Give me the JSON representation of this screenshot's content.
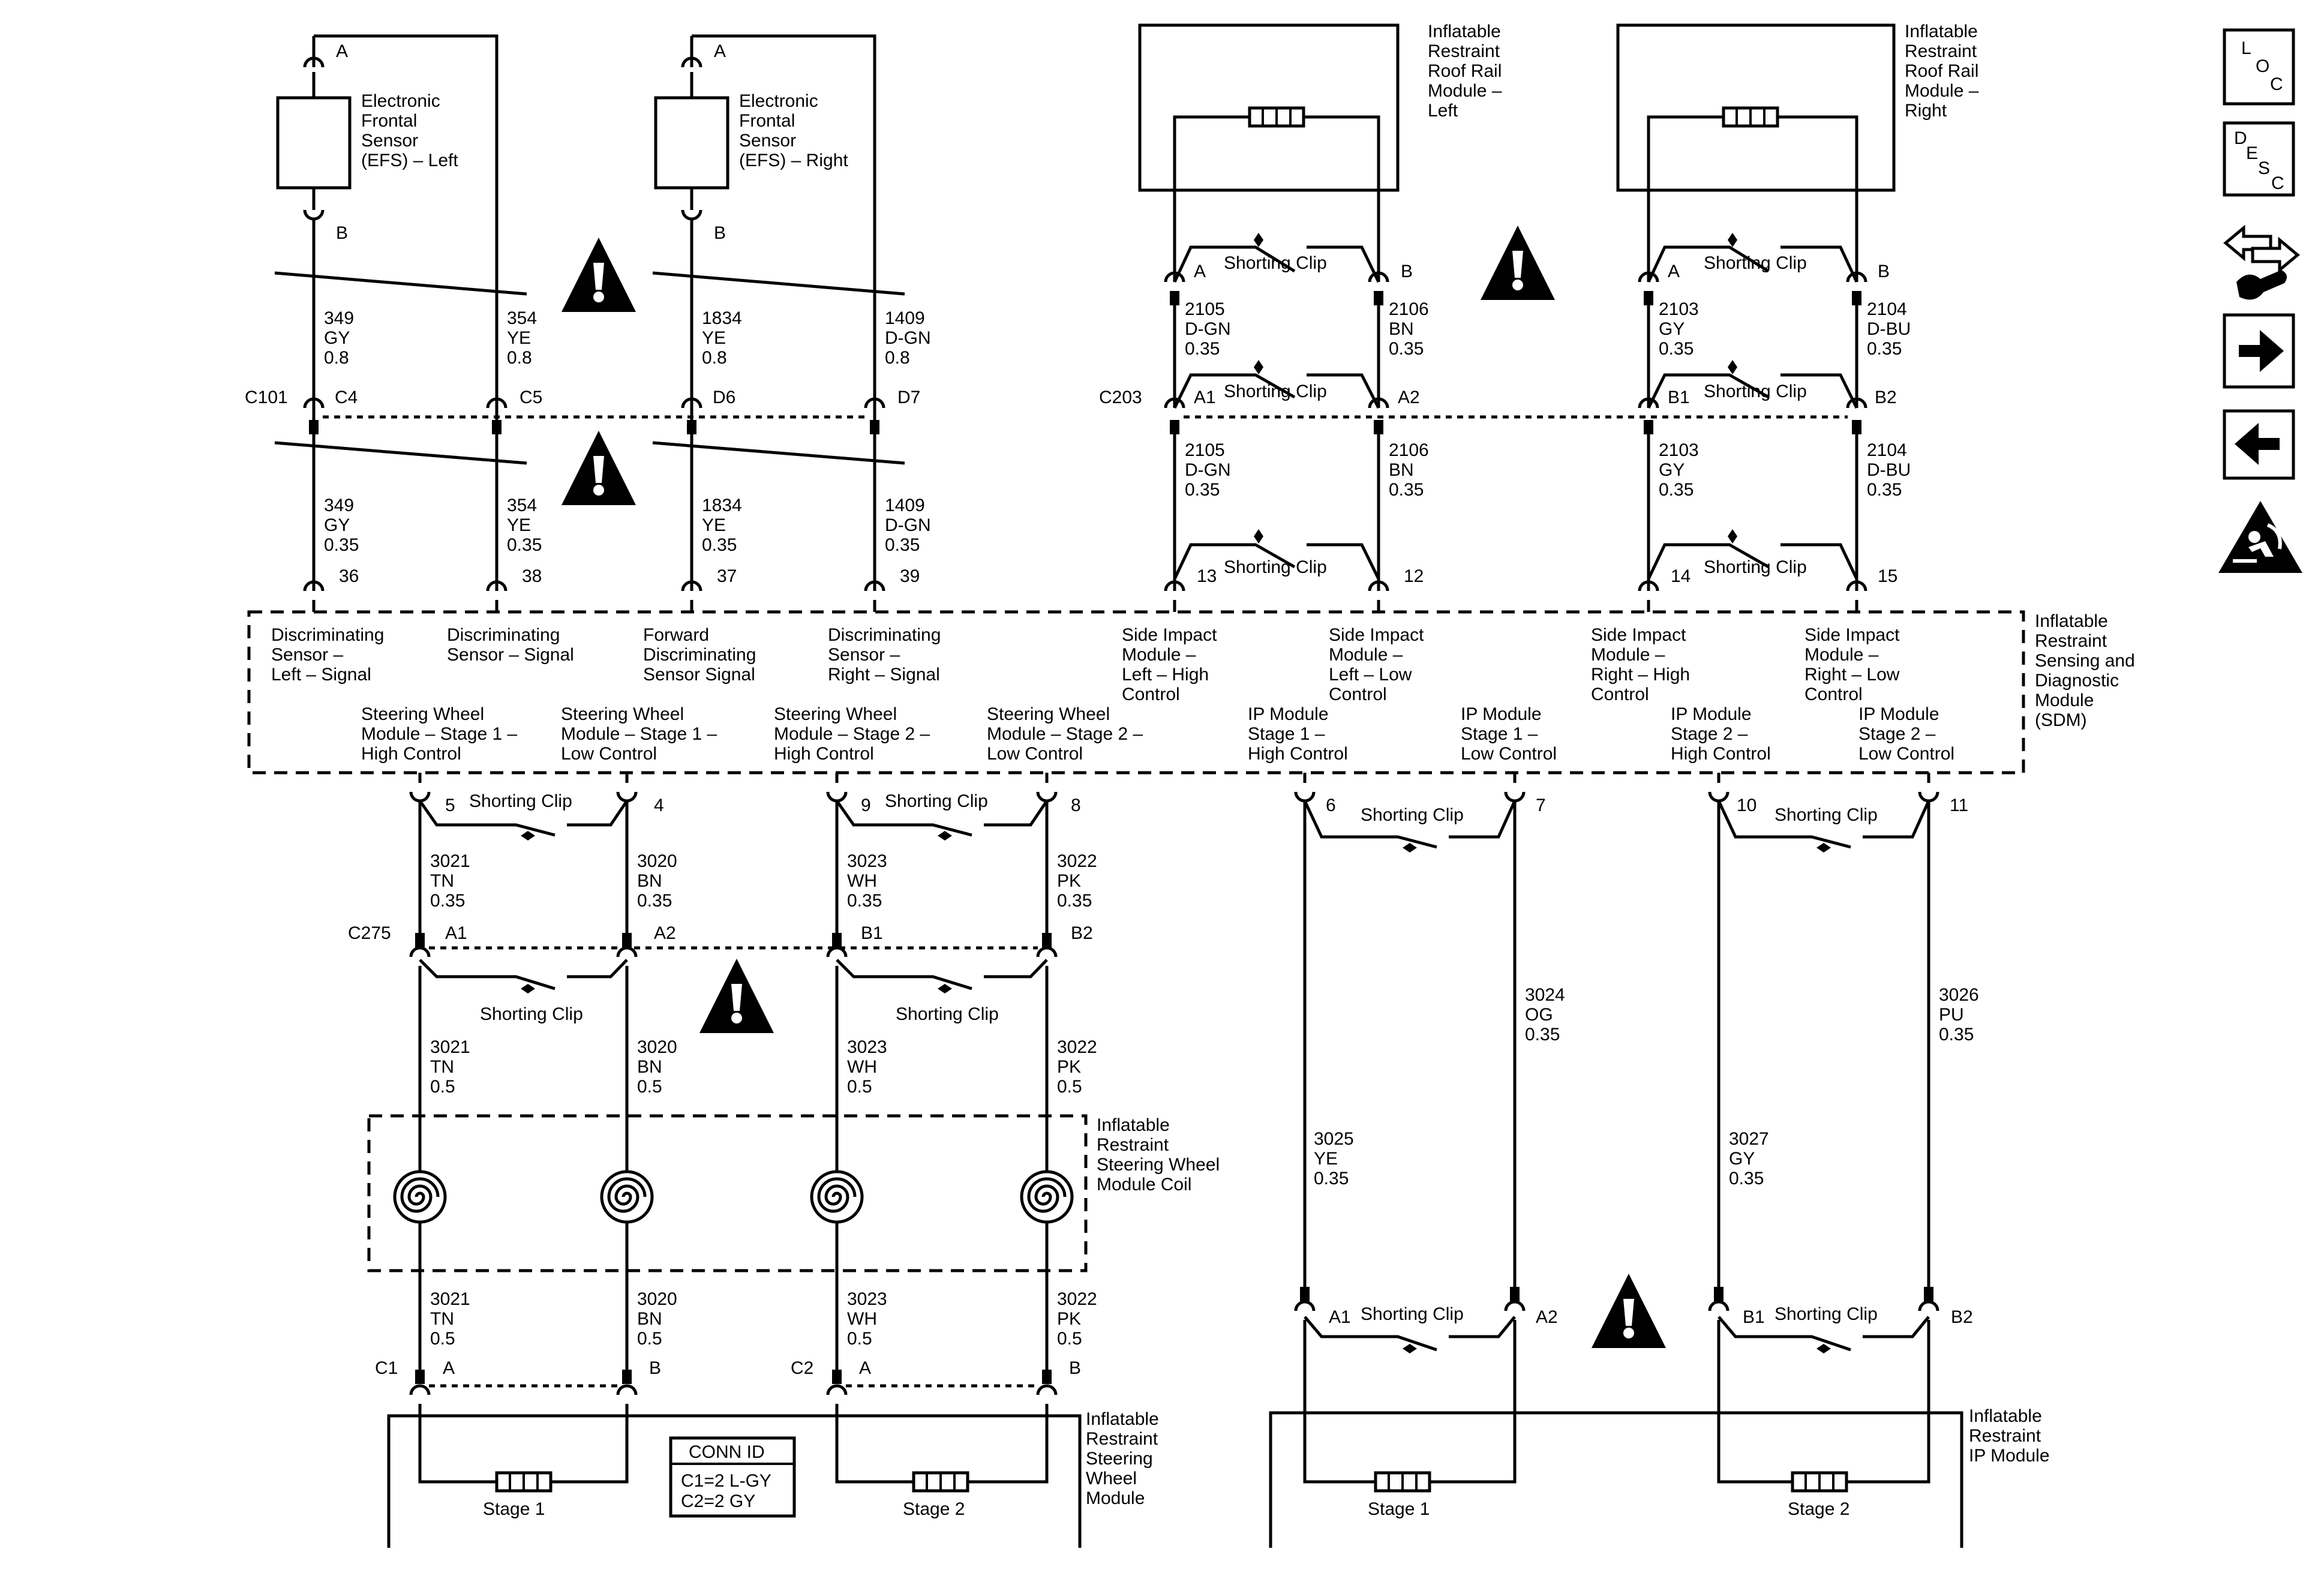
{
  "efs": {
    "left_name": [
      "Electronic",
      "Frontal",
      "Sensor",
      "(EFS) – Left"
    ],
    "right_name": [
      "Electronic",
      "Frontal",
      "Sensor",
      "(EFS) – Right"
    ],
    "pin_a": "A",
    "pin_b": "B"
  },
  "roof_rail": {
    "left_name": [
      "Inflatable",
      "Restraint",
      "Roof Rail",
      "Module –",
      "Left"
    ],
    "right_name": [
      "Inflatable",
      "Restraint",
      "Roof Rail",
      "Module –",
      "Right"
    ],
    "pin_a": "A",
    "pin_b": "B"
  },
  "shorting_clip": "Shorting Clip",
  "connectors": {
    "c101": "C101",
    "c101_pins": [
      "C4",
      "C5",
      "D6",
      "D7"
    ],
    "c203": "C203",
    "c203_pins": [
      "A1",
      "A2",
      "B1",
      "B2"
    ],
    "c275": "C275",
    "c275_pins": [
      "A1",
      "A2",
      "B1",
      "B2"
    ],
    "c1": "C1",
    "c2": "C2",
    "c12_pins": [
      "A",
      "B",
      "A",
      "B"
    ],
    "ip_pins": [
      "A1",
      "A2",
      "B1",
      "B2"
    ]
  },
  "wires_efs_upper": [
    [
      "349",
      "GY",
      "0.8"
    ],
    [
      "354",
      "YE",
      "0.8"
    ],
    [
      "1834",
      "YE",
      "0.8"
    ],
    [
      "1409",
      "D-GN",
      "0.8"
    ]
  ],
  "wires_efs_lower": [
    [
      "349",
      "GY",
      "0.35"
    ],
    [
      "354",
      "YE",
      "0.35"
    ],
    [
      "1834",
      "YE",
      "0.35"
    ],
    [
      "1409",
      "D-GN",
      "0.35"
    ]
  ],
  "wires_roof": [
    [
      "2105",
      "D-GN",
      "0.35"
    ],
    [
      "2106",
      "BN",
      "0.35"
    ],
    [
      "2103",
      "GY",
      "0.35"
    ],
    [
      "2104",
      "D-BU",
      "0.35"
    ]
  ],
  "wires_sw_upper": [
    [
      "3021",
      "TN",
      "0.35"
    ],
    [
      "3020",
      "BN",
      "0.35"
    ],
    [
      "3023",
      "WH",
      "0.35"
    ],
    [
      "3022",
      "PK",
      "0.35"
    ]
  ],
  "wires_sw_lower": [
    [
      "3021",
      "TN",
      "0.5"
    ],
    [
      "3020",
      "BN",
      "0.5"
    ],
    [
      "3023",
      "WH",
      "0.5"
    ],
    [
      "3022",
      "PK",
      "0.5"
    ]
  ],
  "wires_ip": [
    [
      "3025",
      "YE",
      "0.35"
    ],
    [
      "3024",
      "OG",
      "0.35"
    ],
    [
      "3027",
      "GY",
      "0.35"
    ],
    [
      "3026",
      "PU",
      "0.35"
    ]
  ],
  "sdm_pins_top": [
    "36",
    "38",
    "37",
    "39",
    "13",
    "12",
    "14",
    "15"
  ],
  "sdm_pins_bottom": [
    "5",
    "4",
    "9",
    "8",
    "6",
    "7",
    "10",
    "11"
  ],
  "sdm_labels_top": [
    [
      "Discriminating",
      "Sensor –",
      "Left – Signal"
    ],
    [
      "Discriminating",
      "Sensor – Signal"
    ],
    [
      "Forward",
      "Discriminating",
      "Sensor Signal"
    ],
    [
      "Discriminating",
      "Sensor –",
      "Right – Signal"
    ],
    [
      "Side Impact",
      "Module –",
      "Left – High",
      "Control"
    ],
    [
      "Side Impact",
      "Module –",
      "Left – Low",
      "Control"
    ],
    [
      "Side Impact",
      "Module –",
      "Right – High",
      "Control"
    ],
    [
      "Side Impact",
      "Module –",
      "Right – Low",
      "Control"
    ]
  ],
  "sdm_labels_bottom": [
    [
      "Steering Wheel",
      "Module – Stage 1 –",
      "High Control"
    ],
    [
      "Steering Wheel",
      "Module – Stage 1 –",
      "Low Control"
    ],
    [
      "Steering Wheel",
      "Module – Stage 2 –",
      "High Control"
    ],
    [
      "Steering Wheel",
      "Module – Stage 2 –",
      "Low Control"
    ],
    [
      "IP Module",
      "Stage 1 –",
      "High Control"
    ],
    [
      "IP Module",
      "Stage 1 –",
      "Low Control"
    ],
    [
      "IP Module",
      "Stage 2 –",
      "High Control"
    ],
    [
      "IP Module",
      "Stage 2 –",
      "Low Control"
    ]
  ],
  "sdm_name": [
    "Inflatable",
    "Restraint",
    "Sensing and",
    "Diagnostic",
    "Module",
    "(SDM)"
  ],
  "coil_name": [
    "Inflatable",
    "Restraint",
    "Steering Wheel",
    "Module Coil"
  ],
  "sw_module_name": [
    "Inflatable",
    "Restraint",
    "Steering",
    "Wheel",
    "Module"
  ],
  "ip_module_name": [
    "Inflatable",
    "Restraint",
    "IP Module"
  ],
  "stage_labels": [
    "Stage 1",
    "Stage 2"
  ],
  "conn_id": {
    "title": "CONN ID",
    "lines": [
      "C1=2 L-GY",
      "C2=2 GY"
    ]
  },
  "side_icons": {
    "loc": [
      "L",
      "O",
      "C"
    ],
    "desc": [
      "D",
      "E",
      "S",
      "C"
    ],
    "icon_names": [
      "loc-icon",
      "desc-icon",
      "tools-icon",
      "next-arrow-icon",
      "previous-arrow-icon",
      "airbag-warning-icon"
    ]
  }
}
